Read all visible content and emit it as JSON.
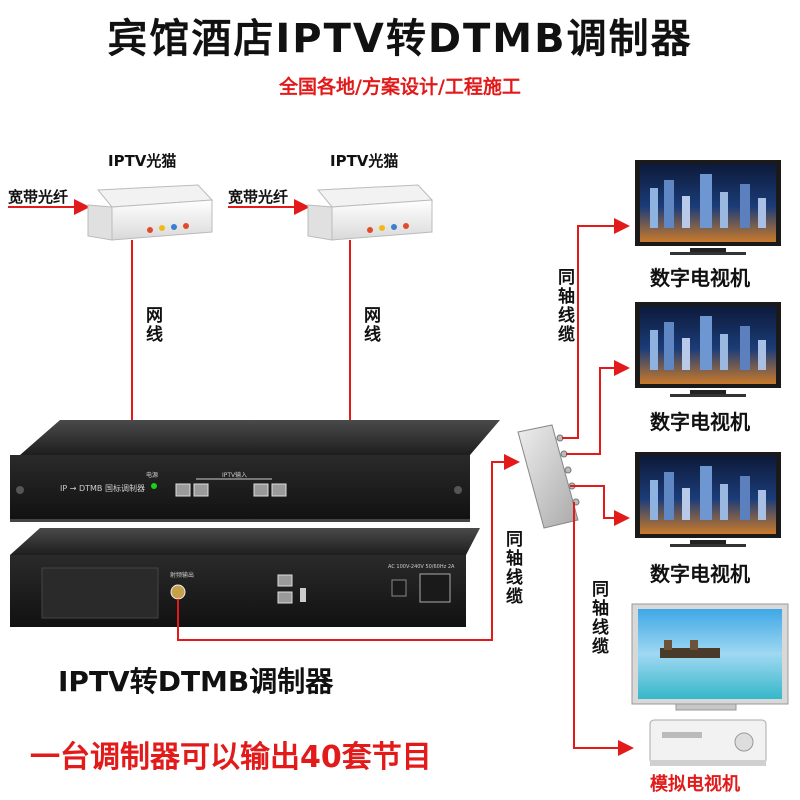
{
  "header": {
    "title": "宾馆酒店IPTV转DTMB调制器",
    "subtitle": "全国各地/方案设计/工程施工"
  },
  "modems": [
    {
      "label": "IPTV光猫",
      "input_label": "宽带光纤",
      "cable_label": "网线"
    },
    {
      "label": "IPTV光猫",
      "input_label": "宽带光纤",
      "cable_label": "网线"
    }
  ],
  "device": {
    "front_panel_text": "IP → DTMB 国标调制器",
    "front_ports_label": "IPTV输入",
    "power_led_label": "电源",
    "rear_rf_label": "射频输出",
    "rear_power_label": "AC 100V-240V 50/60Hz 2A",
    "model_label": "IPTV转DTMB调制器"
  },
  "coax": {
    "label_1": "同轴线缆",
    "label_2": "同轴线缆",
    "label_3": "同轴线缆"
  },
  "tvs": [
    {
      "label": "数字电视机"
    },
    {
      "label": "数字电视机"
    },
    {
      "label": "数字电视机"
    },
    {
      "label": "模拟电视机"
    }
  ],
  "footer": {
    "capacity_text": "一台调制器可以输出40套节目"
  },
  "colors": {
    "cable": "#e21a1a",
    "title": "#111111",
    "accent": "#e21a1a"
  }
}
